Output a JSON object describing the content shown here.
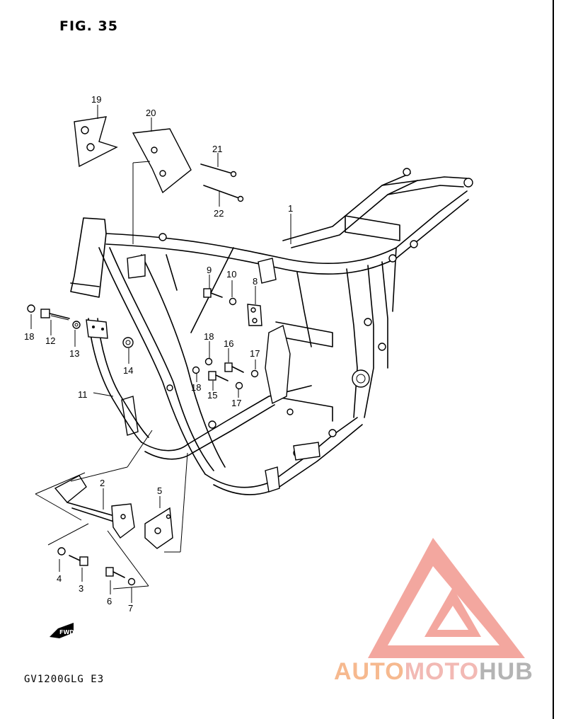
{
  "figure": {
    "title": "FIG. 35",
    "model_code": "GV1200GLG  E3",
    "fwd_label": "FWD"
  },
  "part_labels": [
    {
      "id": "p1",
      "text": "1"
    },
    {
      "id": "p2",
      "text": "2"
    },
    {
      "id": "p3",
      "text": "3"
    },
    {
      "id": "p4",
      "text": "4"
    },
    {
      "id": "p5",
      "text": "5"
    },
    {
      "id": "p6",
      "text": "6"
    },
    {
      "id": "p7",
      "text": "7"
    },
    {
      "id": "p8",
      "text": "8"
    },
    {
      "id": "p9",
      "text": "9"
    },
    {
      "id": "p10",
      "text": "10"
    },
    {
      "id": "p11",
      "text": "11"
    },
    {
      "id": "p12",
      "text": "12"
    },
    {
      "id": "p13",
      "text": "13"
    },
    {
      "id": "p14",
      "text": "14"
    },
    {
      "id": "p15",
      "text": "15"
    },
    {
      "id": "p16",
      "text": "16"
    },
    {
      "id": "p17a",
      "text": "17"
    },
    {
      "id": "p17b",
      "text": "17"
    },
    {
      "id": "p18a",
      "text": "18"
    },
    {
      "id": "p18b",
      "text": "18"
    },
    {
      "id": "p18c",
      "text": "18"
    },
    {
      "id": "p19",
      "text": "19"
    },
    {
      "id": "p20",
      "text": "20"
    },
    {
      "id": "p21",
      "text": "21"
    },
    {
      "id": "p22",
      "text": "22"
    }
  ],
  "watermark": {
    "part1": "AUTO",
    "part2": "MOTO",
    "part3": "HUB",
    "colors": {
      "logo": "#f4a39c",
      "auto": "#f6b98f",
      "moto": "#f2b9b4",
      "hub": "#b4b4b4"
    }
  }
}
